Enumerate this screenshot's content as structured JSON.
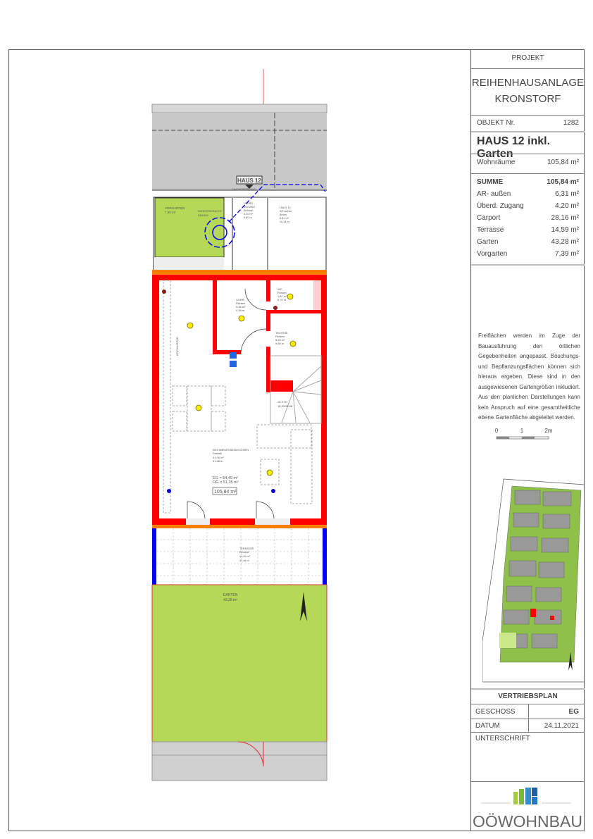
{
  "panel": {
    "projekt_label": "PROJEKT",
    "project_name_line1": "REIHENHAUSANLAGE",
    "project_name_line2": "KRONSTORF",
    "objekt_label": "OBJEKT Nr.",
    "objekt_nr": "1282",
    "house_title": "HAUS 12 inkl. Garten",
    "wohnraeume_label": "Wohnräume",
    "wohnraeume_value": "105,84 m²",
    "areas": [
      {
        "label": "SUMME",
        "value": "105,84 m²"
      },
      {
        "label": "AR- außen",
        "value": "6,31 m²"
      },
      {
        "label": "Überd. Zugang",
        "value": "4,20 m²"
      },
      {
        "label": "Carport",
        "value": "28,16 m²"
      },
      {
        "label": "Terrasse",
        "value": "14,59 m²"
      },
      {
        "label": "Garten",
        "value": "43,28 m²"
      },
      {
        "label": "Vorgarten",
        "value": "7,39 m²"
      }
    ],
    "note": "Freiflächen werden im Zuge der Bauausführung den örtlichen Gegebenheiten angepasst. Böschungs- und Bepflanzungsflächen können sich hieraus ergeben. Diese sind in den ausgewiesenen Gartengrößen inkludiert. Aus den planlichen Darstellungen kann kein Anspruch auf eine gesamtheitliche ebene Gartenfläche abgeleitet werden.",
    "scale": {
      "t0": "0",
      "t1": "1",
      "t2": "2m"
    },
    "vertriebsplan": "VERTRIEBSPLAN",
    "geschoss_label": "GESCHOSS",
    "geschoss_value": "EG",
    "datum_label": "DATUM",
    "datum_value": "24.11.2021",
    "unterschrift_label": "UNTERSCHRIFT",
    "logo_text": "OÖWOHNBAU",
    "colors": {
      "wall": "#ff0000",
      "green": "#b5d957",
      "orange": "#ff8000",
      "blue": "#0000ff"
    }
  },
  "plan": {
    "house_tag": "HAUS 12",
    "dachvorsprung": "DACHVORSPRUNG",
    "vorgarten": [
      "VORGARTEN",
      "7,39 m²"
    ],
    "sickerschacht": [
      "SICKERSCHACHT",
      "DN1000"
    ],
    "zugang": [
      "ÜBERD.",
      "ZUGANG",
      "Betonpl.",
      "4,20 m²",
      "8,80 m"
    ],
    "ar": [
      "HAUS 12",
      "AR außen",
      "Beton",
      "6,31 m²",
      "10,14 m"
    ],
    "vorr": [
      "VORR.",
      "Fliesen",
      "5,56 m²",
      "9,58 m"
    ],
    "wc": [
      "WC",
      "Fliesen",
      "1,87 m²",
      "5,70 m"
    ],
    "technik": [
      "TECHNIK",
      "Fliesen",
      "5,20 m²",
      "9,60 m"
    ],
    "stairs": [
      "16 STG",
      "18,33/26,88"
    ],
    "kochnische": "KOCHNISCHE",
    "wohnen": [
      "WOHNEN/ESSEN/KOCHEN",
      "Parkett",
      "41,76 m²",
      "31,48 m"
    ],
    "eg": "EG = 54,49 m²",
    "og": "OG = 51,35 m²",
    "total": "105,84 m²",
    "terrasse": [
      "TERRASSE",
      "Betonpl.",
      "14,59 m²",
      "17,46 m"
    ],
    "garten": [
      "GARTEN",
      "43,28 m²"
    ]
  }
}
